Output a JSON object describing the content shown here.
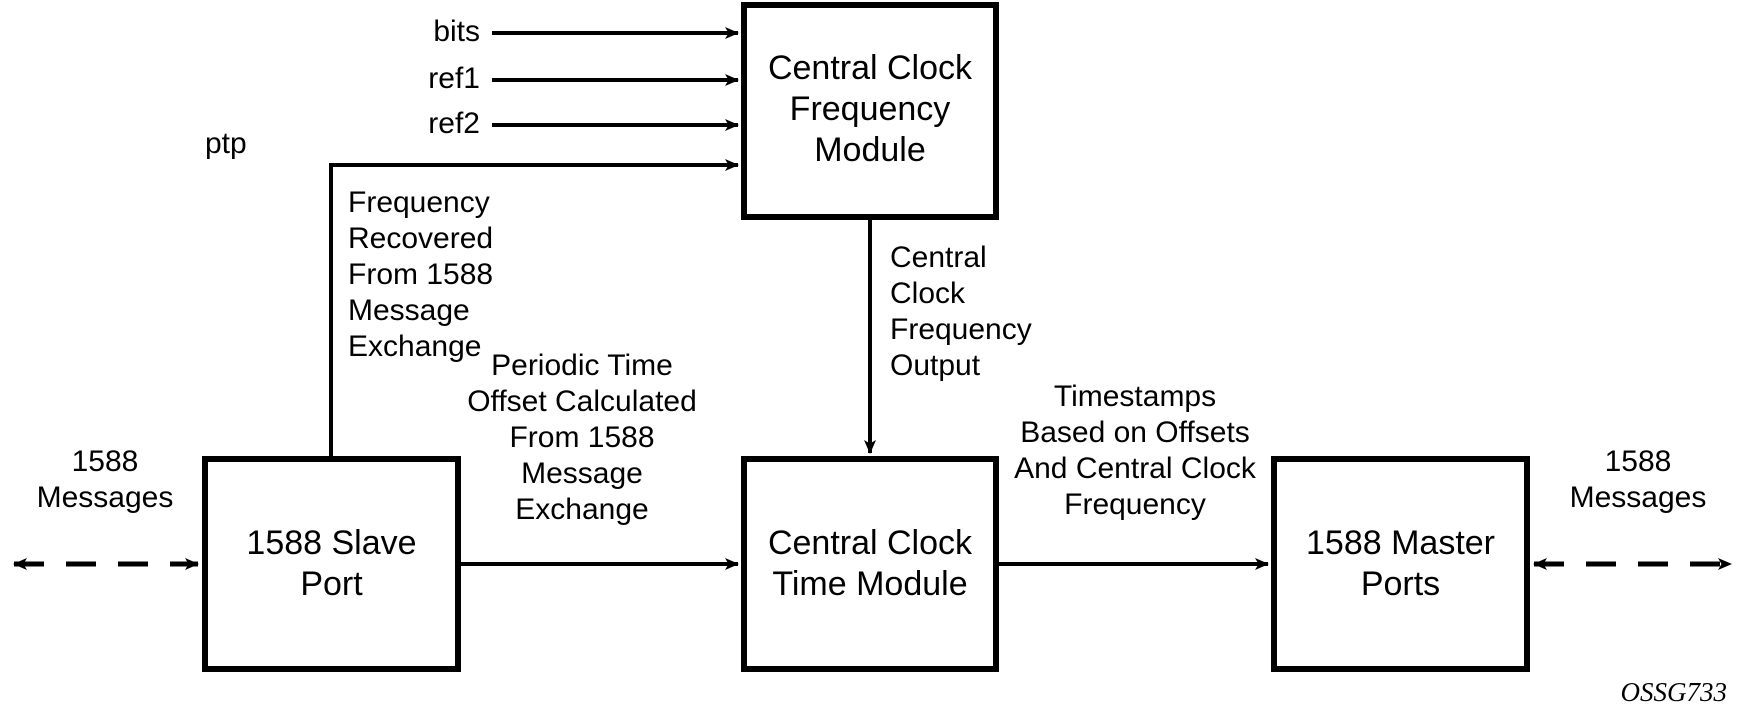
{
  "figure": {
    "id_label": "OSSG733",
    "stroke_color": "#000000",
    "background_color": "#ffffff"
  },
  "nodes": [
    {
      "key": "central_clock_frequency_module",
      "label": "Central Clock\nFrequency\nModule"
    },
    {
      "key": "slave_port",
      "label": "1588 Slave\nPort"
    },
    {
      "key": "central_clock_time_module",
      "label": "Central Clock\nTime Module"
    },
    {
      "key": "master_ports",
      "label": "1588 Master\nPorts"
    }
  ],
  "inputs": [
    {
      "key": "bits",
      "label": "bits"
    },
    {
      "key": "ref1",
      "label": "ref1"
    },
    {
      "key": "ref2",
      "label": "ref2"
    },
    {
      "key": "ptp",
      "label": "ptp"
    }
  ],
  "edge_labels": {
    "frequency_recovered": "Frequency\nRecovered\nFrom 1588\nMessage\nExchange",
    "periodic_time_offset": "Periodic Time\nOffset Calculated\nFrom 1588\nMessage\nExchange",
    "central_clock_frequency_output": "Central\nClock\nFrequency\nOutput",
    "timestamps": "Timestamps\nBased on Offsets\nAnd Central Clock\nFrequency",
    "messages_left": "1588\nMessages",
    "messages_right": "1588\nMessages"
  }
}
